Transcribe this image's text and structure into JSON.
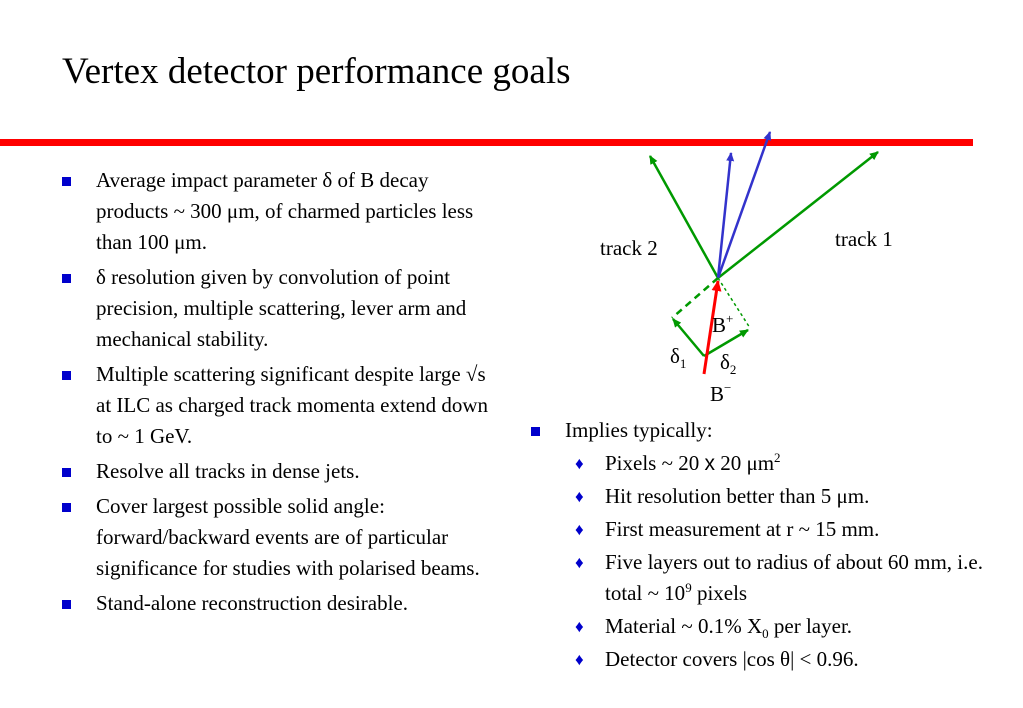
{
  "title": "Vertex detector performance goals",
  "colors": {
    "rule": "#ff0000",
    "bullet": "#0000cc",
    "green_track": "#009900",
    "blue_track": "#3333cc",
    "b_meson": "#ff0000"
  },
  "left_bullets": [
    "Average impact parameter δ of B decay products ~ 300 μm, of charmed particles less than 100 μm.",
    "δ resolution given by convolution of point precision, multiple scattering, lever arm and mechanical stability.",
    "Multiple scattering significant despite large √s at ILC as charged track momenta extend down to ~ 1 GeV.",
    "Resolve all tracks in dense jets.",
    "Cover largest possible solid angle: forward/backward events are of particular significance for studies with polarised beams.",
    "Stand-alone reconstruction desirable."
  ],
  "right_section": {
    "heading": "Implies typically:",
    "items": {
      "pixels_pre": "Pixels ~ 20 ",
      "pixels_x": "x",
      "pixels_mid": " 20 μm",
      "pixels_sup": "2",
      "hit": "Hit resolution better than 5 μm.",
      "first": "First measurement at r ~ 15 mm.",
      "layers_pre": "Five layers out to radius of about 60 mm, i.e. total ~ 10",
      "layers_sup": "9",
      "layers_post": " pixels",
      "material_pre": "Material ~ 0.1% X",
      "material_sub": "0",
      "material_post": " per layer.",
      "covers": "Detector covers |cos θ| < 0.96."
    }
  },
  "diagram": {
    "track1": "track 1",
    "track2": "track 2",
    "bplus": "B",
    "bplus_sup": "+",
    "bminus": "B",
    "bminus_sup": "−",
    "delta1": "δ",
    "delta1_sub": "1",
    "delta2": "δ",
    "delta2_sub": "2"
  }
}
